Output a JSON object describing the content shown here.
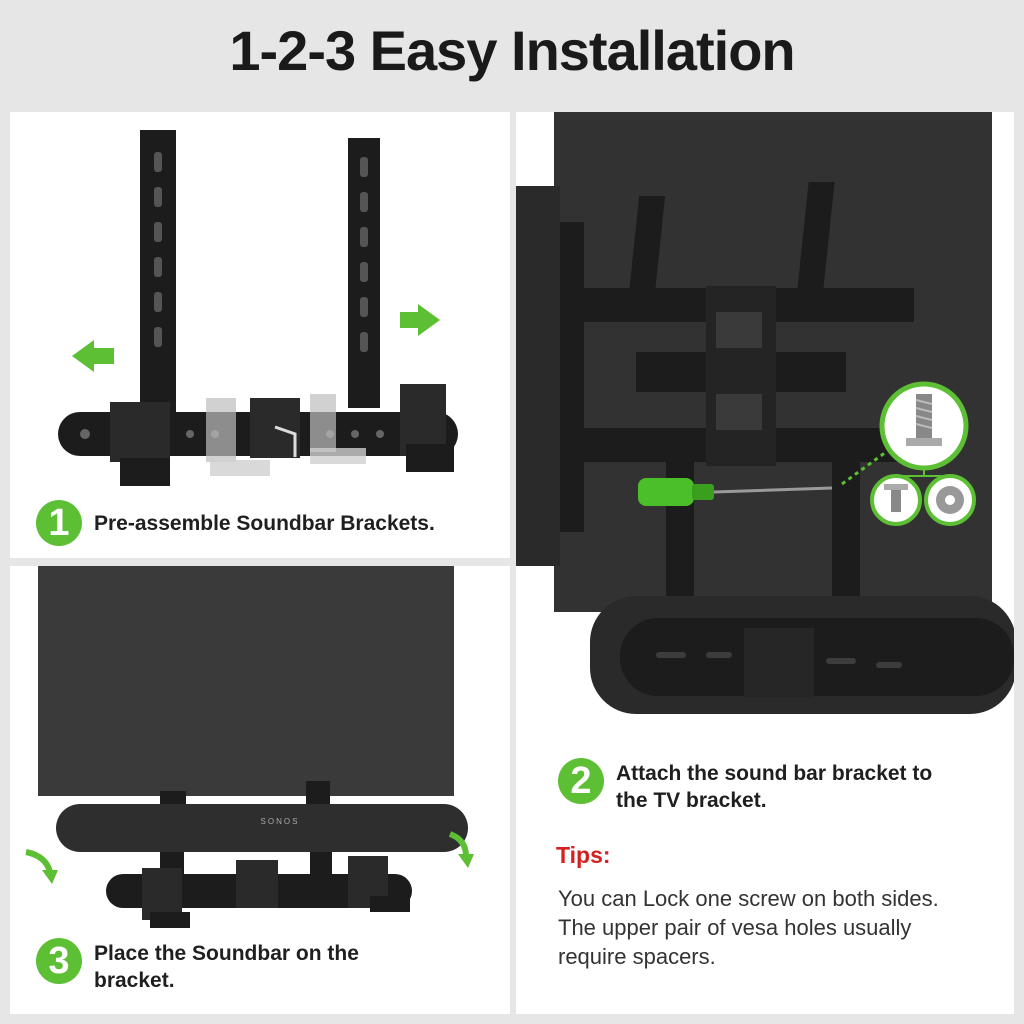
{
  "title": "1-2-3  Easy Installation",
  "steps": [
    {
      "number": "1",
      "text": "Pre-assemble Soundbar Brackets."
    },
    {
      "number": "2",
      "text": "Attach the sound bar bracket to the TV bracket."
    },
    {
      "number": "3",
      "text": "Place the Soundbar on the bracket."
    }
  ],
  "tips": {
    "label": "Tips:",
    "text": "You can Lock one screw on both sides. The upper pair of vesa holes usually require spacers."
  },
  "soundbar_brand": "SONOS",
  "colors": {
    "accent_green": "#5cbf34",
    "tips_red": "#d42020",
    "bracket_black": "#1c1c1c"
  },
  "icons": [
    "arrow-left-icon",
    "arrow-right-icon",
    "screwdriver-icon",
    "screw-icon",
    "washer-icon",
    "curved-arrow-icon"
  ]
}
